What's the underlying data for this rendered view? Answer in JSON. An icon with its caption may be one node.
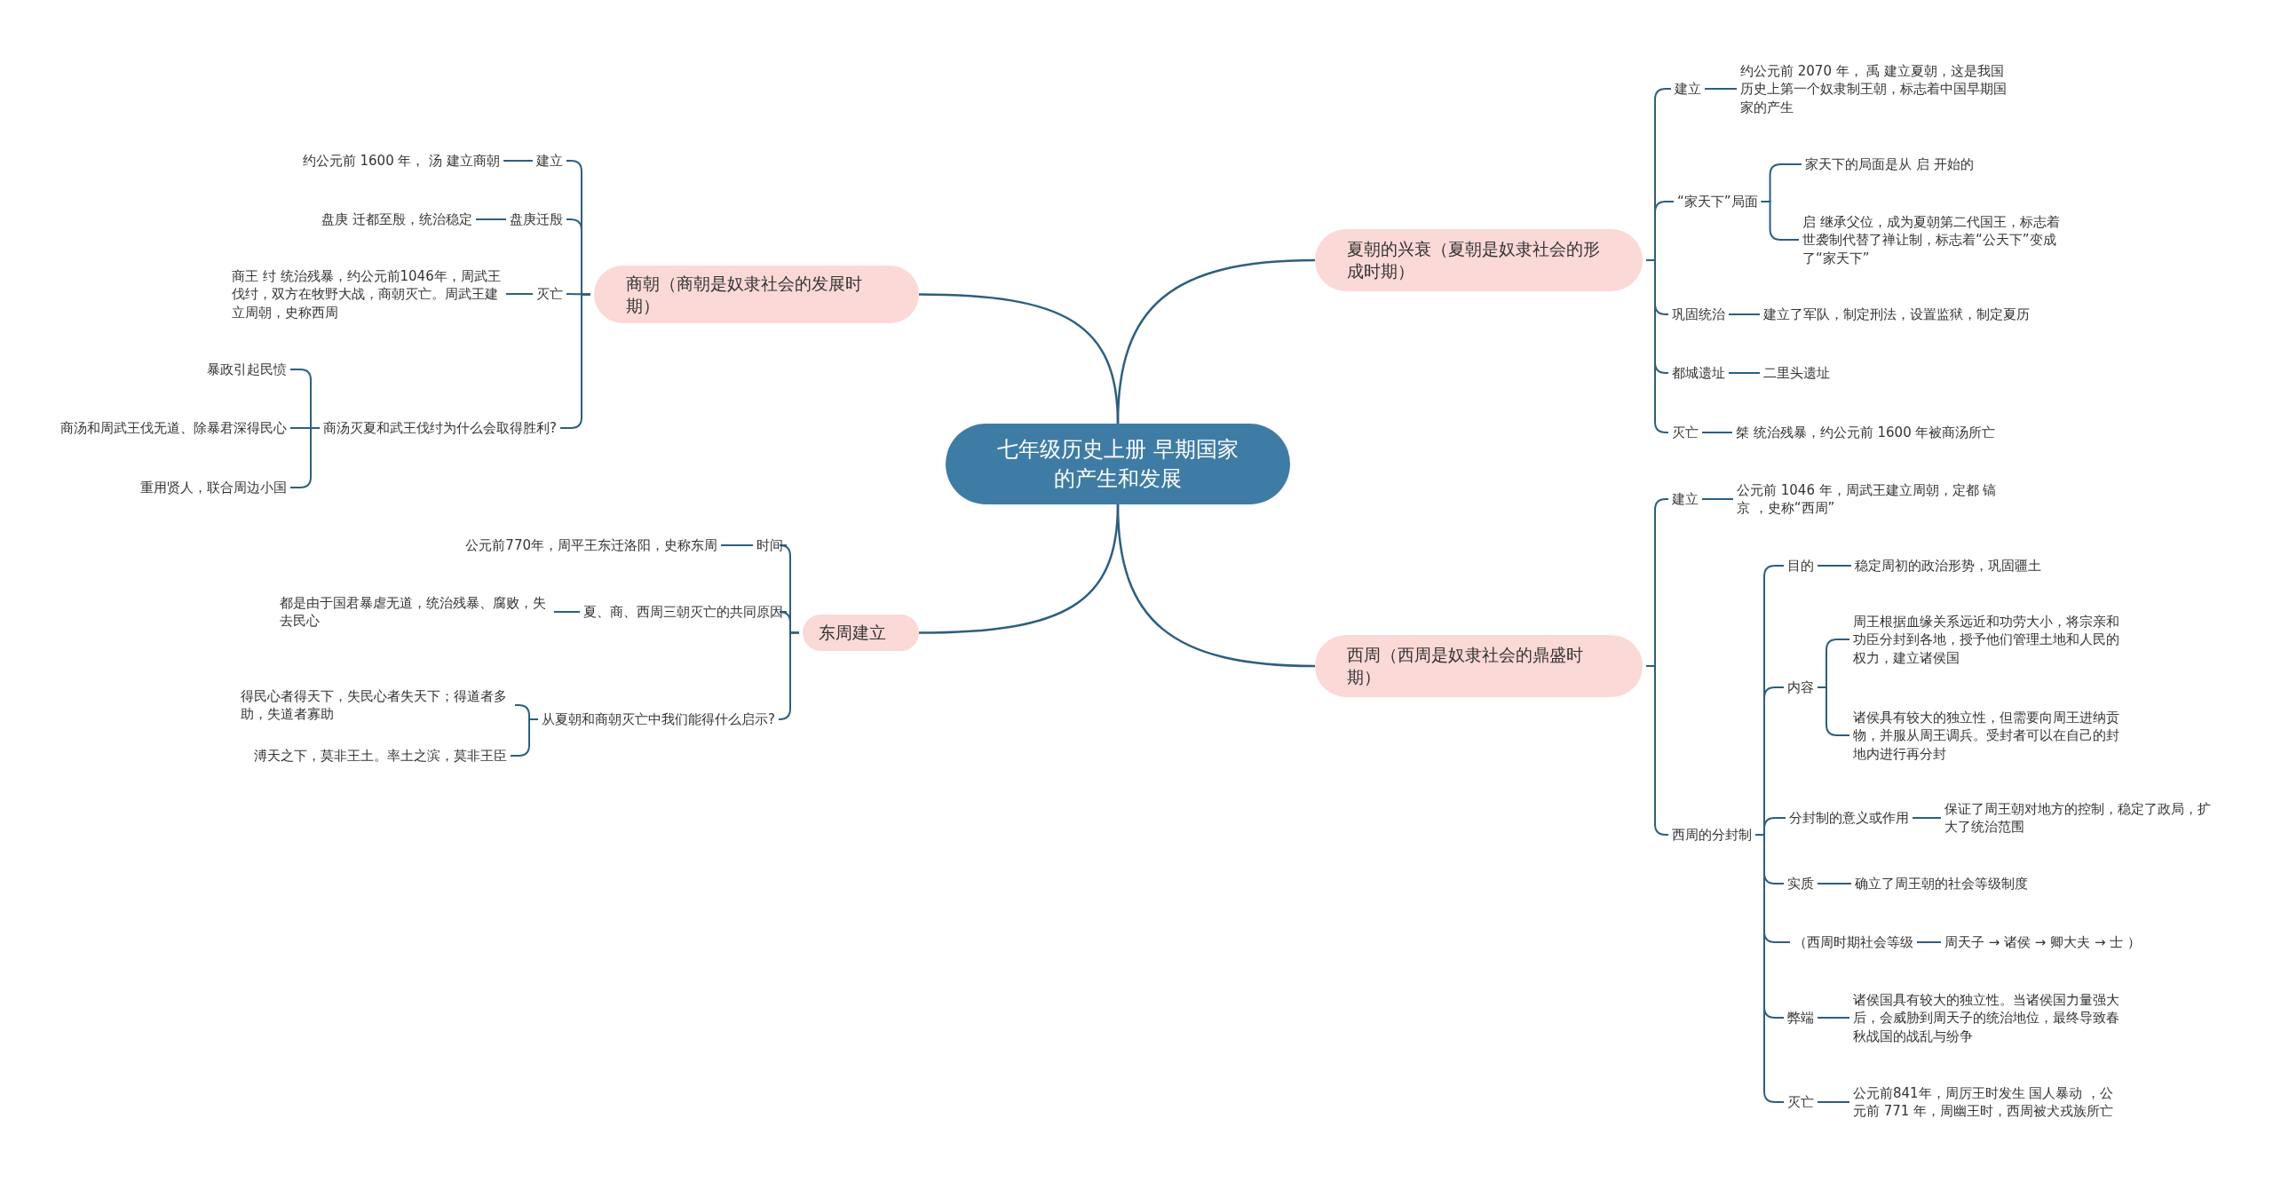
{
  "diagram": {
    "nodes": [
      {
        "text": [
          "七年级历史上册 早期国家的产生和发展"
        ]
      },
      {
        "text": [
          "夏朝的兴衰（夏朝是奴隶社会的形成时期）"
        ]
      },
      {
        "text": [
          "建立"
        ]
      },
      {
        "text": [
          "约公元前 2070 年， 禹 建立夏朝，这是我国历史上第一个奴隶制王朝，标志着中国早期国家的产生"
        ]
      },
      {
        "text": [
          "“家天下”局面"
        ]
      },
      {
        "text": [
          "家天下的局面是从 启 开始的"
        ]
      },
      {
        "text": [
          "启 继承父位，成为夏朝第二代国王，标志着世袭制代替了禅让制，标志着“公天下”变成了“家天下”"
        ]
      },
      {
        "text": [
          "巩固统治"
        ]
      },
      {
        "text": [
          "建立了军队，制定刑法，设置监狱，制定夏历"
        ]
      },
      {
        "text": [
          "都城遗址"
        ]
      },
      {
        "text": [
          "二里头遗址"
        ]
      },
      {
        "text": [
          "灭亡"
        ]
      },
      {
        "text": [
          "桀 统治残暴，约公元前 1600 年被商汤所亡"
        ]
      },
      {
        "text": [
          "西周（西周是奴隶社会的鼎盛时期）"
        ]
      },
      {
        "text": [
          "建立"
        ]
      },
      {
        "text": [
          "公元前 1046 年，周武王建立周朝，定都 镐京 ，史称“西周”"
        ]
      },
      {
        "text": [
          "西周的分封制"
        ]
      },
      {
        "text": [
          "目的"
        ]
      },
      {
        "text": [
          "稳定周初的政治形势，巩固疆土"
        ]
      },
      {
        "text": [
          "内容"
        ]
      },
      {
        "text": [
          "周王根据血缘关系远近和功劳大小，将宗亲和功臣分封到各地，授予他们管理土地和人民的权力，建立诸侯国"
        ]
      },
      {
        "text": [
          "诸侯具有较大的独立性，但需要向周王进纳贡物，并服从周王调兵。受封者可以在自己的封地内进行再分封"
        ]
      },
      {
        "text": [
          "分封制的意义或作用"
        ]
      },
      {
        "text": [
          "保证了周王朝对地方的控制，稳定了政局，扩大了统治范围"
        ]
      },
      {
        "text": [
          "实质"
        ]
      },
      {
        "text": [
          "确立了周王朝的社会等级制度"
        ]
      },
      {
        "text": [
          "（西周时期社会等级"
        ]
      },
      {
        "text": [
          "周天子 → 诸侯 → 卿大夫 → 士 ）"
        ]
      },
      {
        "text": [
          "弊端"
        ]
      },
      {
        "text": [
          "诸侯国具有较大的独立性。当诸侯国力量强大后，会威胁到周天子的统治地位，最终导致春秋战国的战乱与纷争"
        ]
      },
      {
        "text": [
          "灭亡"
        ]
      },
      {
        "text": [
          "公元前841年，周厉王时发生 国人暴动 ，公元前 771 年，周幽王时，西周被犬戎族所亡"
        ]
      },
      {
        "text": [
          "商朝（商朝是奴隶社会的发展时期）"
        ]
      },
      {
        "text": [
          "建立"
        ]
      },
      {
        "text": [
          "约公元前 1600 年， 汤 建立商朝"
        ]
      },
      {
        "text": [
          "盘庚迁殷"
        ]
      },
      {
        "text": [
          "盘庚 迁都至殷，统治稳定"
        ]
      },
      {
        "text": [
          "灭亡"
        ]
      },
      {
        "text": [
          "商王 纣 统治残暴，约公元前1046年，周武王伐纣，双方在牧野大战，商朝灭亡。周武王建立周朝，史称西周"
        ]
      },
      {
        "text": [
          "商汤灭夏和武王伐纣为什么会取得胜利?"
        ]
      },
      {
        "text": [
          "暴政引起民愤"
        ]
      },
      {
        "text": [
          "商汤和周武王伐无道、除暴君深得民心"
        ]
      },
      {
        "text": [
          "重用贤人，联合周边小国"
        ]
      },
      {
        "text": [
          "东周建立"
        ]
      },
      {
        "text": [
          "时间"
        ]
      },
      {
        "text": [
          "公元前770年，周平王东迁洛阳，史称东周"
        ]
      },
      {
        "text": [
          "夏、商、西周三朝灭亡的共同原因"
        ]
      },
      {
        "text": [
          "都是由于国君暴虐无道，统治残暴、腐败，失去民心"
        ]
      },
      {
        "text": [
          "从夏朝和商朝灭亡中我们能得什么启示?"
        ]
      },
      {
        "text": [
          "得民心者得天下，失民心者失天下；得道者多助，失道者寡助"
        ]
      },
      {
        "text": [
          "溥天之下，莫非王土。率土之滨，莫非王臣"
        ]
      }
    ],
    "edges": [
      {
        "from": 0,
        "to": 1,
        "arrow": "none"
      },
      {
        "from": 0,
        "to": 13,
        "arrow": "none"
      },
      {
        "from": 0,
        "to": 32,
        "arrow": "none"
      },
      {
        "from": 0,
        "to": 43,
        "arrow": "none"
      },
      {
        "from": 1,
        "to": 2,
        "arrow": "none"
      },
      {
        "from": 2,
        "to": 3,
        "arrow": "none"
      },
      {
        "from": 1,
        "to": 4,
        "arrow": "none"
      },
      {
        "from": 4,
        "to": 5,
        "arrow": "none"
      },
      {
        "from": 4,
        "to": 6,
        "arrow": "none"
      },
      {
        "from": 1,
        "to": 7,
        "arrow": "none"
      },
      {
        "from": 7,
        "to": 8,
        "arrow": "none"
      },
      {
        "from": 1,
        "to": 9,
        "arrow": "none"
      },
      {
        "from": 9,
        "to": 10,
        "arrow": "none"
      },
      {
        "from": 1,
        "to": 11,
        "arrow": "none"
      },
      {
        "from": 11,
        "to": 12,
        "arrow": "none"
      },
      {
        "from": 13,
        "to": 14,
        "arrow": "none"
      },
      {
        "from": 14,
        "to": 15,
        "arrow": "none"
      },
      {
        "from": 13,
        "to": 16,
        "arrow": "none"
      },
      {
        "from": 16,
        "to": 17,
        "arrow": "none"
      },
      {
        "from": 17,
        "to": 18,
        "arrow": "none"
      },
      {
        "from": 16,
        "to": 19,
        "arrow": "none"
      },
      {
        "from": 19,
        "to": 20,
        "arrow": "none"
      },
      {
        "from": 19,
        "to": 21,
        "arrow": "none"
      },
      {
        "from": 16,
        "to": 22,
        "arrow": "none"
      },
      {
        "from": 22,
        "to": 23,
        "arrow": "none"
      },
      {
        "from": 16,
        "to": 24,
        "arrow": "none"
      },
      {
        "from": 24,
        "to": 25,
        "arrow": "none"
      },
      {
        "from": 16,
        "to": 26,
        "arrow": "none"
      },
      {
        "from": 26,
        "to": 27,
        "arrow": "none"
      },
      {
        "from": 16,
        "to": 28,
        "arrow": "none"
      },
      {
        "from": 28,
        "to": 29,
        "arrow": "none"
      },
      {
        "from": 16,
        "to": 30,
        "arrow": "none"
      },
      {
        "from": 30,
        "to": 31,
        "arrow": "none"
      },
      {
        "from": 32,
        "to": 33,
        "arrow": "none"
      },
      {
        "from": 33,
        "to": 34,
        "arrow": "none"
      },
      {
        "from": 32,
        "to": 35,
        "arrow": "none"
      },
      {
        "from": 35,
        "to": 36,
        "arrow": "none"
      },
      {
        "from": 32,
        "to": 37,
        "arrow": "none"
      },
      {
        "from": 37,
        "to": 38,
        "arrow": "none"
      },
      {
        "from": 32,
        "to": 39,
        "arrow": "none"
      },
      {
        "from": 39,
        "to": 40,
        "arrow": "none"
      },
      {
        "from": 39,
        "to": 41,
        "arrow": "none"
      },
      {
        "from": 39,
        "to": 42,
        "arrow": "none"
      },
      {
        "from": 43,
        "to": 44,
        "arrow": "none"
      },
      {
        "from": 44,
        "to": 45,
        "arrow": "none"
      },
      {
        "from": 43,
        "to": 46,
        "arrow": "none"
      },
      {
        "from": 46,
        "to": 47,
        "arrow": "none"
      },
      {
        "from": 43,
        "to": 48,
        "arrow": "none"
      },
      {
        "from": 48,
        "to": 49,
        "arrow": "none"
      },
      {
        "from": 48,
        "to": 50,
        "arrow": "none"
      }
    ]
  }
}
